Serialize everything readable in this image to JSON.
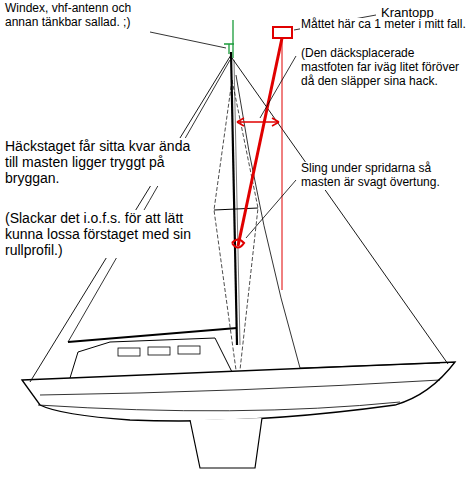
{
  "diagram": {
    "labels": [
      "Windex, vhf-antenn och annan tänkbar sallad. ;)",
      "Krantopp",
      "Måttet här ca 1 meter i mitt fall.",
      "(Den däcksplacerade mastfoten far iväg litet föröver då den släpper sina hack.",
      "Häckstaget får sitta kvar ända till masten ligger tryggt på bryggan.",
      "(Slackar det i.o.f.s. för att lätt kunna lossa förstaget med sin rullprofil.)",
      "Sling under spridarna så masten är svagt övertung."
    ]
  }
}
